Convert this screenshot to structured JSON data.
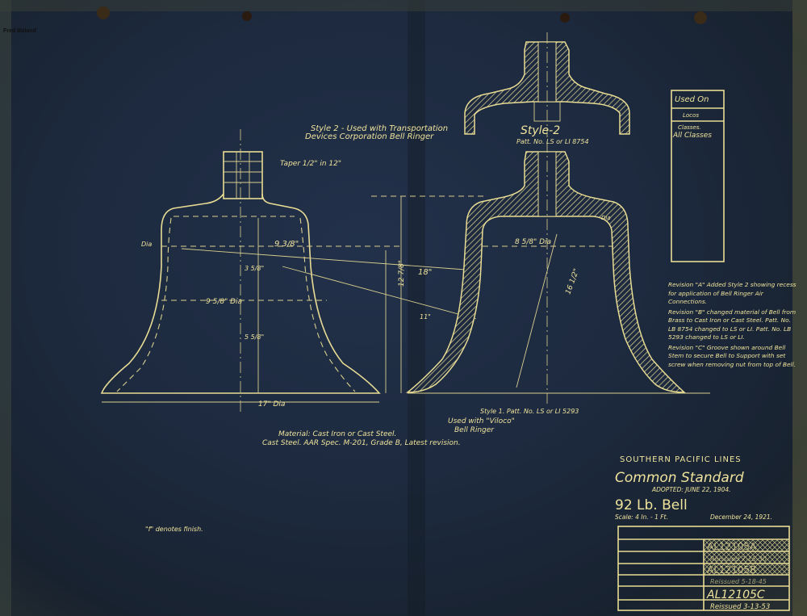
{
  "credit": "Fred Boland",
  "colors": {
    "paper": "#1d2a3f",
    "ink": "#efe39c"
  },
  "style2": {
    "note_line1": "Style 2 - Used with Transportation",
    "note_line2": "Devices Corporation Bell Ringer",
    "label": "Style-2",
    "patt": "Patt. No. LS or LI 8754"
  },
  "style1": {
    "patt": "Style 1.  Patt. No. LS or LI 5293",
    "used_line1": "Used with \"Viloco\"",
    "used_line2": "Bell Ringer"
  },
  "dimensions": {
    "taper": "Taper 1/2\" in 12\"",
    "dia_left": "Dia",
    "upper_dia": "9 3/8\"",
    "mid_dia": "9 5/8\" Dia",
    "bottom_dia": "17\" Dia",
    "height_upper": "3 5/8\"",
    "height_lower": "5 5/8\"",
    "overall_18": "18\"",
    "height_12": "12 7/8\"",
    "radius_11": "11\"",
    "right_dia": "8 5/8\" Dia",
    "right_height": "16 1/2\"",
    "right_dia_small": "Dia"
  },
  "material": {
    "line1": "Material: Cast Iron or Cast Steel.",
    "line2": "Cast Steel. AAR Spec. M-201, Grade B, Latest revision."
  },
  "finish_note": "\"f\" denotes finish.",
  "used_on": {
    "header1": "Used On",
    "header2": "Locos",
    "header3": "Classes.",
    "value": "All Classes"
  },
  "revisions": [
    "Revision \"A\" Added Style 2 showing recess for application of Bell Ringer Air Connections.",
    "Revision \"B\" changed material of Bell from Brass to Cast Iron or Cast Steel. Patt. No. LB 8754 changed to LS or LI. Patt. No. LB 5293 changed to LS or LI.",
    "Revision \"C\" Groove shown around Bell Stem to secure Bell to Support with set screw when removing nut from top of Bell."
  ],
  "title_block": {
    "company": "SOUTHERN PACIFIC LINES",
    "standard": "Common Standard",
    "adopted": "ADOPTED: JUNE 22, 1904.",
    "name": "92 Lb. Bell",
    "scale": "Scale: 4 In. - 1 Ft.",
    "date": "December 24, 1921.",
    "drawing_nos": [
      "AL12105A",
      "Reissued 7-15-30",
      "AL12105B",
      "Reissued 5-18-45",
      "AL12105C",
      "Reissued 3-13-53"
    ]
  }
}
